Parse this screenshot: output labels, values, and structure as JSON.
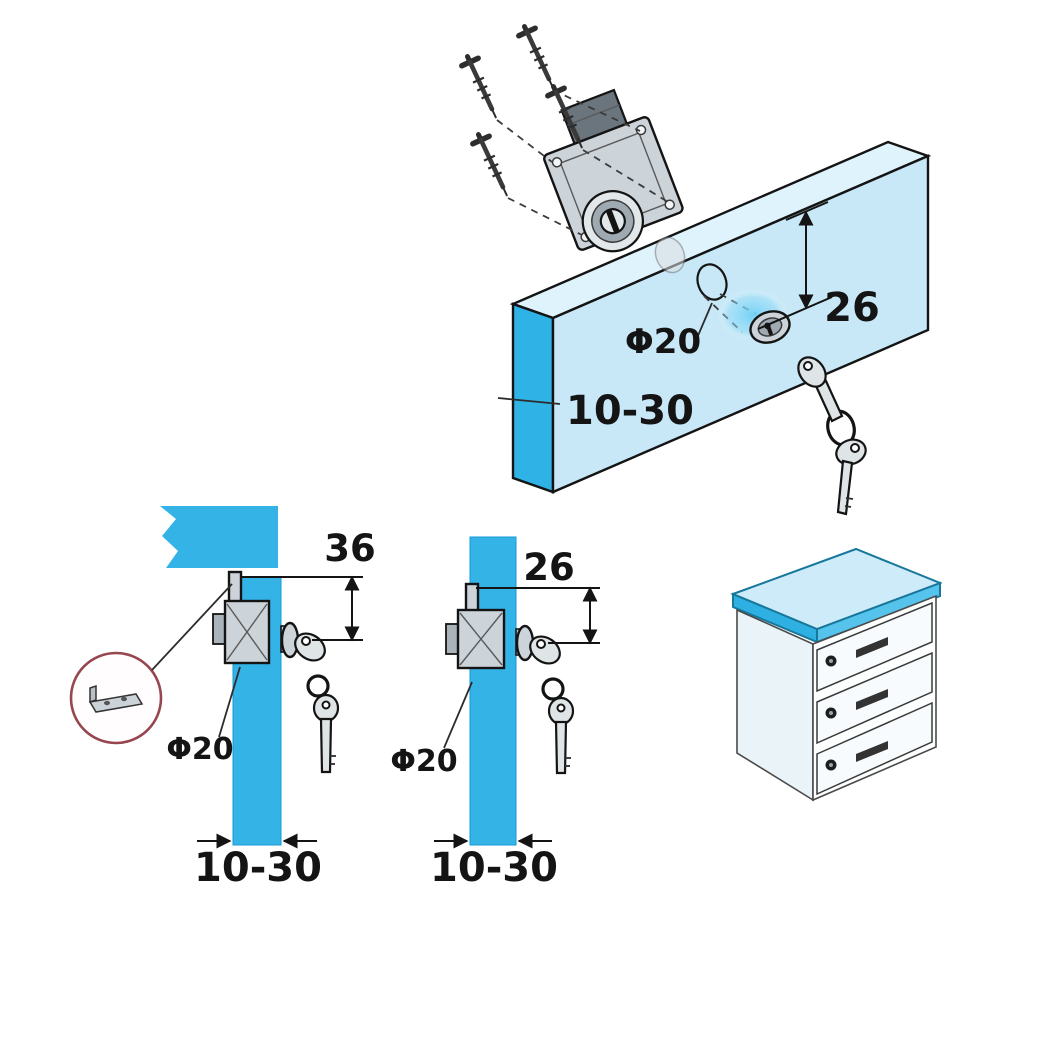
{
  "colors": {
    "cyan": "#34b3e6",
    "panel_front": "#c8e8f7",
    "panel_top": "#dff3fc",
    "panel_edge": "#2fb2e5",
    "line": "#141414",
    "metal_light": "#ccd3d9",
    "metal_dark": "#6b757d",
    "detail_circle_stroke": "#96464e",
    "cabinet_top": "#cdebf8",
    "cabinet_lid_edge": "#2fb0e2"
  },
  "labels": {
    "panel_view": {
      "height": "26",
      "hole_diameter": "Φ20",
      "thickness_range": "10-30"
    },
    "side_view_36": {
      "height": "36",
      "hole_diameter": "Φ20",
      "thickness_range": "10-30"
    },
    "side_view_26": {
      "height": "26",
      "hole_diameter": "Φ20",
      "thickness_range": "10-30"
    }
  }
}
